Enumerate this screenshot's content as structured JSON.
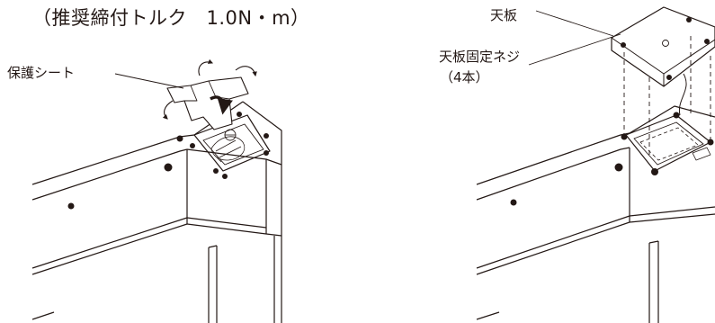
{
  "labels": {
    "torque_note": "（推奨締付トルク　1.0N・m）",
    "protective_sheet": "保護シート",
    "top_plate": "天板",
    "top_plate_screws": "天板固定ネジ",
    "screw_count": "（4本）"
  },
  "colors": {
    "line": "#231815",
    "background": "#ffffff",
    "screw_fill": "#231815"
  },
  "icons": [
    "curved-arrow-icon",
    "screw-icon"
  ]
}
